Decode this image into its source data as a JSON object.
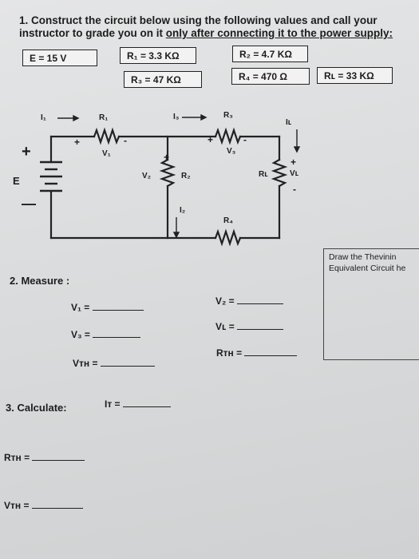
{
  "q1": {
    "line1": "1. Construct the circuit below using the following values and call your",
    "line2": "instructor to grade you on it",
    "underline": "only after connecting it to the power supply:"
  },
  "values": {
    "E": "E =  15  V",
    "R1": "R₁ = 3.3  KΩ",
    "R2": "R₂ =  4.7  KΩ",
    "R3": "R₃ = 47 KΩ",
    "R4": "R₄ = 470  Ω",
    "RL": "Rʟ = 33  KΩ"
  },
  "circuit": {
    "I1": "I₁",
    "R1": "R₁",
    "I3": "I₃",
    "R3": "R₃",
    "IL": "Iʟ",
    "V1": "V₁",
    "V3": "V₃",
    "E": "E",
    "V2": "V₂",
    "R2": "R₂",
    "I2": "I₂",
    "RL": "Rʟ",
    "VL": "Vʟ",
    "R4": "R₄",
    "plus": "+",
    "minus": "-",
    "dash": "—"
  },
  "thevenin": {
    "line1": "Draw the Thevinin",
    "line2": "Equivalent Circuit he"
  },
  "q2": {
    "heading": "2. Measure :",
    "V1": "V₁ = ",
    "V2": "V₂ = ",
    "V3": "V₃ = ",
    "VL": "Vʟ = ",
    "VTH": "Vᴛʜ = ",
    "RTH": "Rᴛʜ = "
  },
  "q3": {
    "heading": "3. Calculate:",
    "IT": "Iᴛ = ",
    "RTH": "Rᴛʜ = ",
    "VTH": "Vᴛʜ = "
  }
}
